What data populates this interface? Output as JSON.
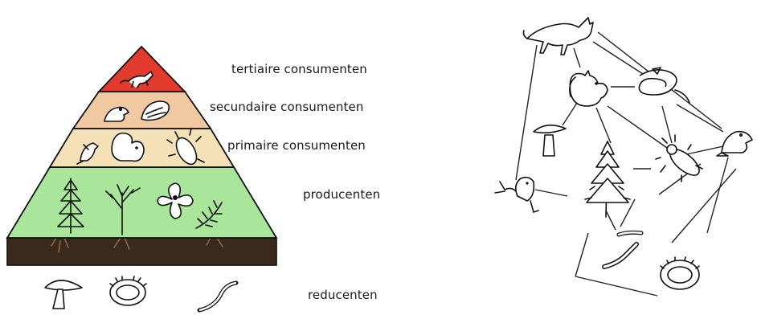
{
  "pyramid": {
    "levels": [
      {
        "key": "tertiary",
        "label": "tertiaire consumenten",
        "color": "#e23a2c"
      },
      {
        "key": "secondary",
        "label": "secundaire consumenten",
        "color": "#f0c9a2"
      },
      {
        "key": "primary",
        "label": "primaire consumenten",
        "color": "#f4e1b7"
      },
      {
        "key": "producers",
        "label": "producenten",
        "color": "#a9e59a"
      },
      {
        "key": "reducers",
        "label": "reducenten",
        "color": "#3a2a1c"
      }
    ]
  },
  "icons": {
    "tertiary": [
      "fox-icon"
    ],
    "secondary": [
      "frog-icon",
      "bird-icon"
    ],
    "primary": [
      "bird-icon",
      "squirrel-icon",
      "beetle-icon"
    ],
    "producers": [
      "spruce-tree-icon",
      "bare-tree-icon",
      "flower-icon",
      "fern-icon"
    ],
    "reducers": [
      "mushroom-icon",
      "millipede-icon",
      "worm-icon"
    ]
  },
  "food_web": {
    "nodes": [
      "fox",
      "squirrel",
      "snake",
      "mushroom",
      "frog",
      "bird",
      "spruce-tree",
      "beetle",
      "worm",
      "millipede"
    ]
  }
}
